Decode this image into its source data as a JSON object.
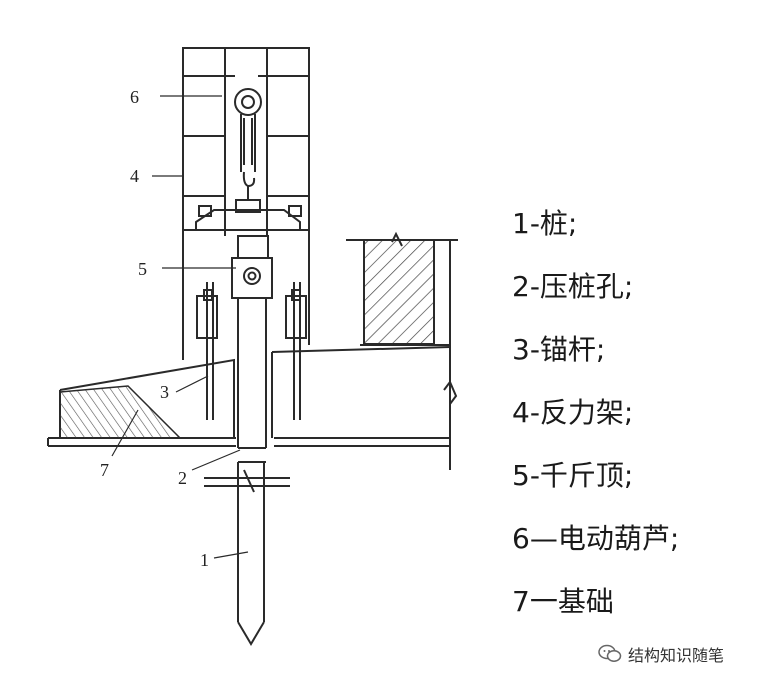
{
  "callouts": {
    "c1": "1",
    "c2": "2",
    "c3": "3",
    "c4": "4",
    "c5": "5",
    "c6": "6",
    "c7": "7"
  },
  "legend": [
    {
      "id": "pile",
      "text": "1-桩;"
    },
    {
      "id": "press-hole",
      "text": "2-压桩孔;"
    },
    {
      "id": "anchor-rod",
      "text": "3-锚杆;"
    },
    {
      "id": "reaction-frame",
      "text": "4-反力架;"
    },
    {
      "id": "jack",
      "text": "5-千斤顶;"
    },
    {
      "id": "electric-hoist",
      "text": "6—电动葫芦;"
    },
    {
      "id": "foundation",
      "text": "7一基础"
    }
  ],
  "watermark": {
    "text": "结构知识随笔",
    "icon": "wechat-icon"
  },
  "colors": {
    "line": "#2a2a2a",
    "hatch": "#444444",
    "background": "#ffffff"
  }
}
